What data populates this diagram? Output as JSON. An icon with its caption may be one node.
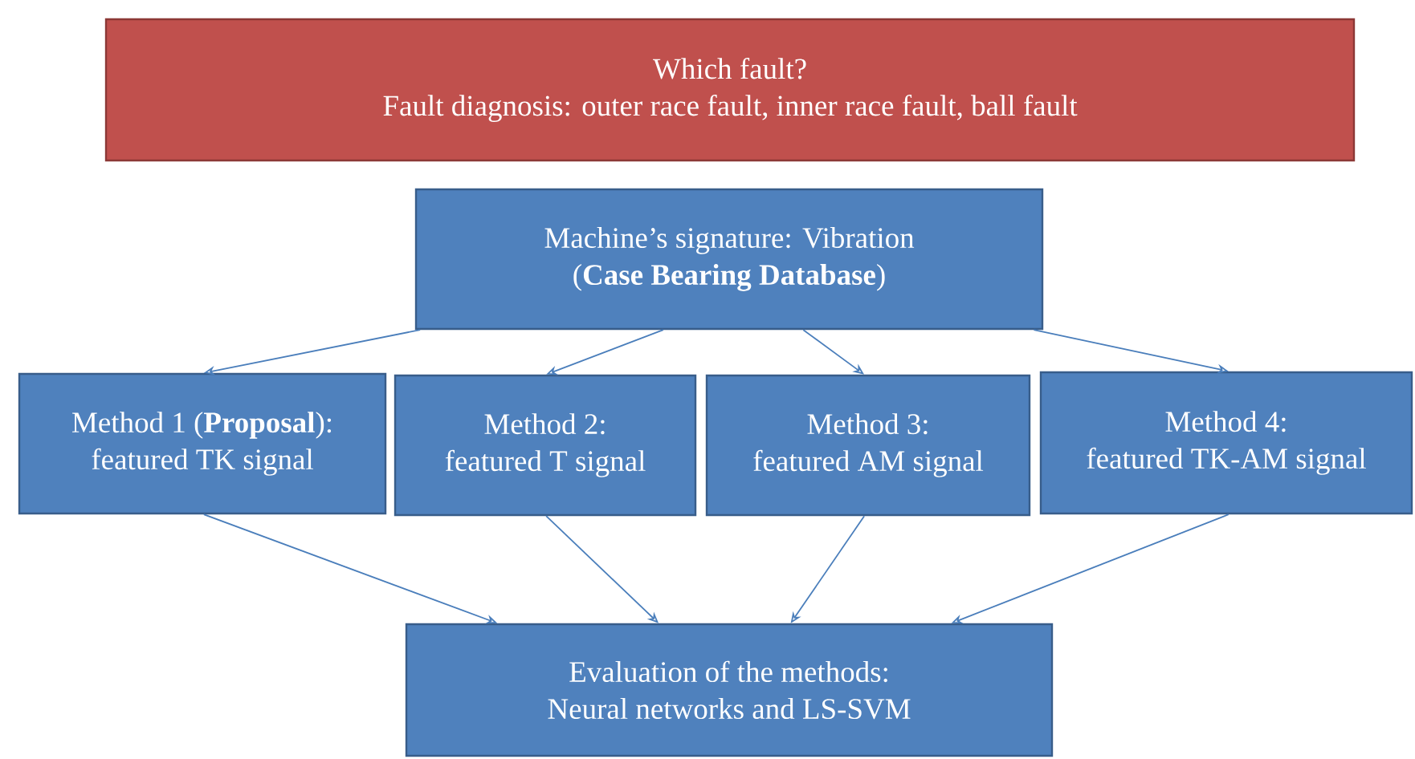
{
  "diagram": {
    "nodes": [
      {
        "text": [
          "Which fault?",
          "Fault diagnosis: outer race fault, inner race fault, ball fault"
        ]
      },
      {
        "text": [
          "Machine’s signature: Vibration",
          "(**Case Bearing Database**)"
        ]
      },
      {
        "text": [
          "Method 1 (**Proposal**):",
          "featured TK signal"
        ]
      },
      {
        "text": [
          "Method 2:",
          "featured T signal"
        ]
      },
      {
        "text": [
          "Method 3:",
          "featured AM signal"
        ]
      },
      {
        "text": [
          "Method 4:",
          "featured TK-AM signal"
        ]
      },
      {
        "text": [
          "Evaluation of the methods:",
          "Neural networks and LS-SVM"
        ]
      }
    ],
    "edges": [
      {
        "from": 1,
        "to": 2,
        "arrow": "to"
      },
      {
        "from": 1,
        "to": 3,
        "arrow": "to"
      },
      {
        "from": 1,
        "to": 4,
        "arrow": "to"
      },
      {
        "from": 1,
        "to": 5,
        "arrow": "to"
      },
      {
        "from": 2,
        "to": 6,
        "arrow": "to"
      },
      {
        "from": 3,
        "to": 6,
        "arrow": "to"
      },
      {
        "from": 4,
        "to": 6,
        "arrow": "to"
      },
      {
        "from": 5,
        "to": 6,
        "arrow": "to"
      }
    ]
  }
}
